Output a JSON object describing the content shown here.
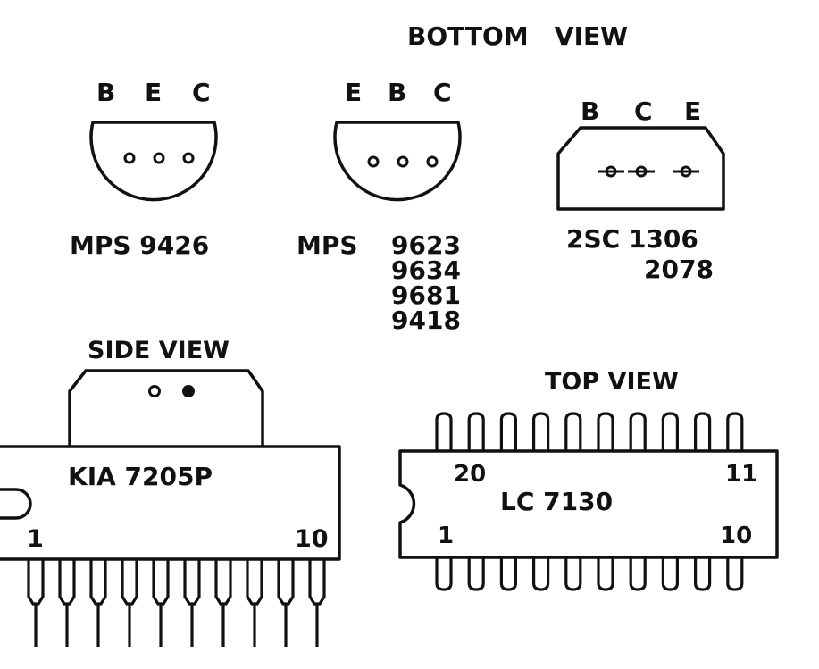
{
  "header": {
    "title": "BOTTOM   VIEW"
  },
  "transistors": [
    {
      "pins": [
        "B",
        "E",
        "C"
      ],
      "part": "MPS 9426",
      "extra": []
    },
    {
      "pins": [
        "E",
        "B",
        "C"
      ],
      "part": "MPS",
      "numbers": [
        "9623",
        "9634",
        "9681",
        "9418"
      ]
    },
    {
      "pins": [
        "B",
        "C",
        "E"
      ],
      "part": "2SC 1306",
      "extra": [
        "2078"
      ]
    }
  ],
  "side_view": {
    "title": "SIDE VIEW",
    "part": "KIA 7205P",
    "pin_first": "1",
    "pin_last": "10",
    "pin_count": 10
  },
  "top_view": {
    "title": "TOP VIEW",
    "part": "LC 7130",
    "pin_1": "1",
    "pin_10": "10",
    "pin_11": "11",
    "pin_20": "20",
    "pins_per_side": 10
  },
  "colors": {
    "ink": "#111111",
    "paper": "#ffffff"
  }
}
